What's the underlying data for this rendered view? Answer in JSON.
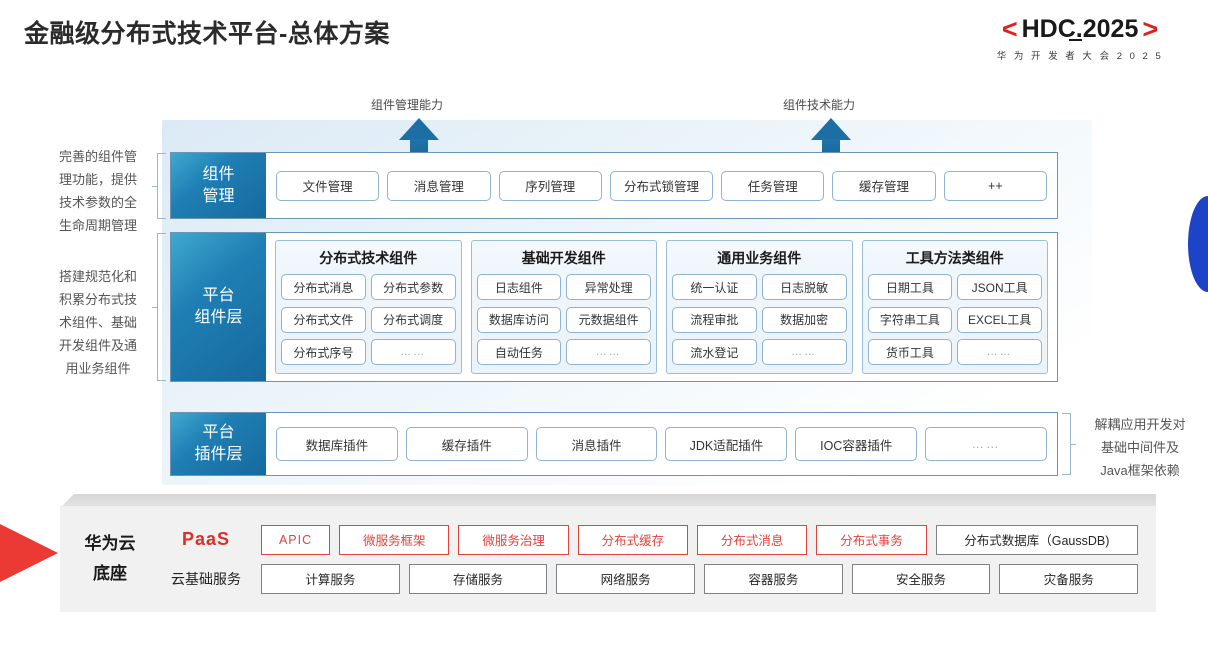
{
  "header": {
    "title": "金融级分布式技术平台-总体方案",
    "logo_bracket_left": "<",
    "logo_text": "HDC.2025",
    "logo_bracket_right": ">",
    "logo_subtitle": "华 为 开 发 者 大 会 2 0 2 5",
    "accent_red": "#e02020"
  },
  "arrows": [
    {
      "caption": "组件管理能力"
    },
    {
      "caption": "组件技术能力"
    }
  ],
  "side_notes": {
    "left_top": "完善的组件管\n理功能，提供\n技术参数的全\n生命周期管理",
    "left_top_lines": [
      "完善的组件管",
      "理功能，提供",
      "技术参数的全",
      "生命周期管理"
    ],
    "left_mid_lines": [
      "搭建规范化和",
      "积累分布式技",
      "术组件、基础",
      "开发组件及通",
      "用业务组件"
    ],
    "right_lines": [
      "解耦应用开发对",
      "基础中间件及",
      "Java框架依赖"
    ]
  },
  "layers": {
    "component_management": {
      "label_line1": "组件",
      "label_line2": "管理",
      "chips": [
        "文件管理",
        "消息管理",
        "序列管理",
        "分布式锁管理",
        "任务管理",
        "缓存管理",
        "++"
      ]
    },
    "platform_component": {
      "label_line1": "平台",
      "label_line2": "组件层",
      "groups": [
        {
          "title": "分布式技术组件",
          "items": [
            "分布式消息",
            "分布式参数",
            "分布式文件",
            "分布式调度",
            "分布式序号",
            "……"
          ]
        },
        {
          "title": "基础开发组件",
          "items": [
            "日志组件",
            "异常处理",
            "数据库访问",
            "元数据组件",
            "自动任务",
            "……"
          ]
        },
        {
          "title": "通用业务组件",
          "items": [
            "统一认证",
            "日志脱敏",
            "流程审批",
            "数据加密",
            "流水登记",
            "……"
          ]
        },
        {
          "title": "工具方法类组件",
          "items": [
            "日期工具",
            "JSON工具",
            "字符串工具",
            "EXCEL工具",
            "货币工具",
            "……"
          ]
        }
      ]
    },
    "platform_plugin": {
      "label_line1": "平台",
      "label_line2": "插件层",
      "chips": [
        "数据库插件",
        "缓存插件",
        "消息插件",
        "JDK适配插件",
        "IOC容器插件",
        "……"
      ]
    }
  },
  "platform": {
    "title_line1": "华为云",
    "title_line2": "底座",
    "rows": [
      {
        "label": "PaaS",
        "cells": [
          {
            "text": "APIC",
            "style": "red"
          },
          {
            "text": "微服务框架",
            "style": "red"
          },
          {
            "text": "微服务治理",
            "style": "red"
          },
          {
            "text": "分布式缓存",
            "style": "red"
          },
          {
            "text": "分布式消息",
            "style": "red"
          },
          {
            "text": "分布式事务",
            "style": "red"
          },
          {
            "text": "分布式数据库（GaussDB)",
            "style": "gray"
          }
        ]
      },
      {
        "label": "云基础服务",
        "cells": [
          {
            "text": "计算服务",
            "style": "gray"
          },
          {
            "text": "存储服务",
            "style": "gray"
          },
          {
            "text": "网络服务",
            "style": "gray"
          },
          {
            "text": "容器服务",
            "style": "gray"
          },
          {
            "text": "安全服务",
            "style": "gray"
          },
          {
            "text": "灾备服务",
            "style": "gray"
          }
        ]
      }
    ]
  },
  "colors": {
    "brand_red": "#e0443c",
    "layer_blue": "#1f7fb4",
    "decor_blue": "#1d43c9",
    "decor_red": "#ea3a33"
  }
}
